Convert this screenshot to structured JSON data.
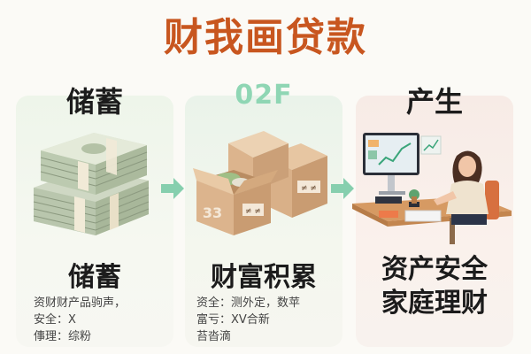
{
  "title": "财我画贷款",
  "steps": [
    {
      "heading": "储蓄",
      "label": "储蓄",
      "lines": [
        "资财财产品驹声，",
        "安全：X",
        "倳理：综粉"
      ]
    },
    {
      "heading": "02F",
      "label": "财富积累",
      "lines": [
        "资全：测外定，数苹",
        "富亏：XV合新",
        "苔沓滴"
      ],
      "box_labels": [
        "33",
        "≠ ≠",
        "≠ ≠"
      ]
    },
    {
      "heading": "产生",
      "label_lines": [
        "资产安全",
        "家庭理财"
      ]
    }
  ],
  "colors": {
    "title": "#c8561f",
    "arrow": "#86cfae",
    "accent_teal": "#8fd6b4"
  },
  "icons": [
    "money-stack-icon",
    "boxes-icon",
    "woman-at-computer-icon",
    "arrow-right-icon"
  ]
}
